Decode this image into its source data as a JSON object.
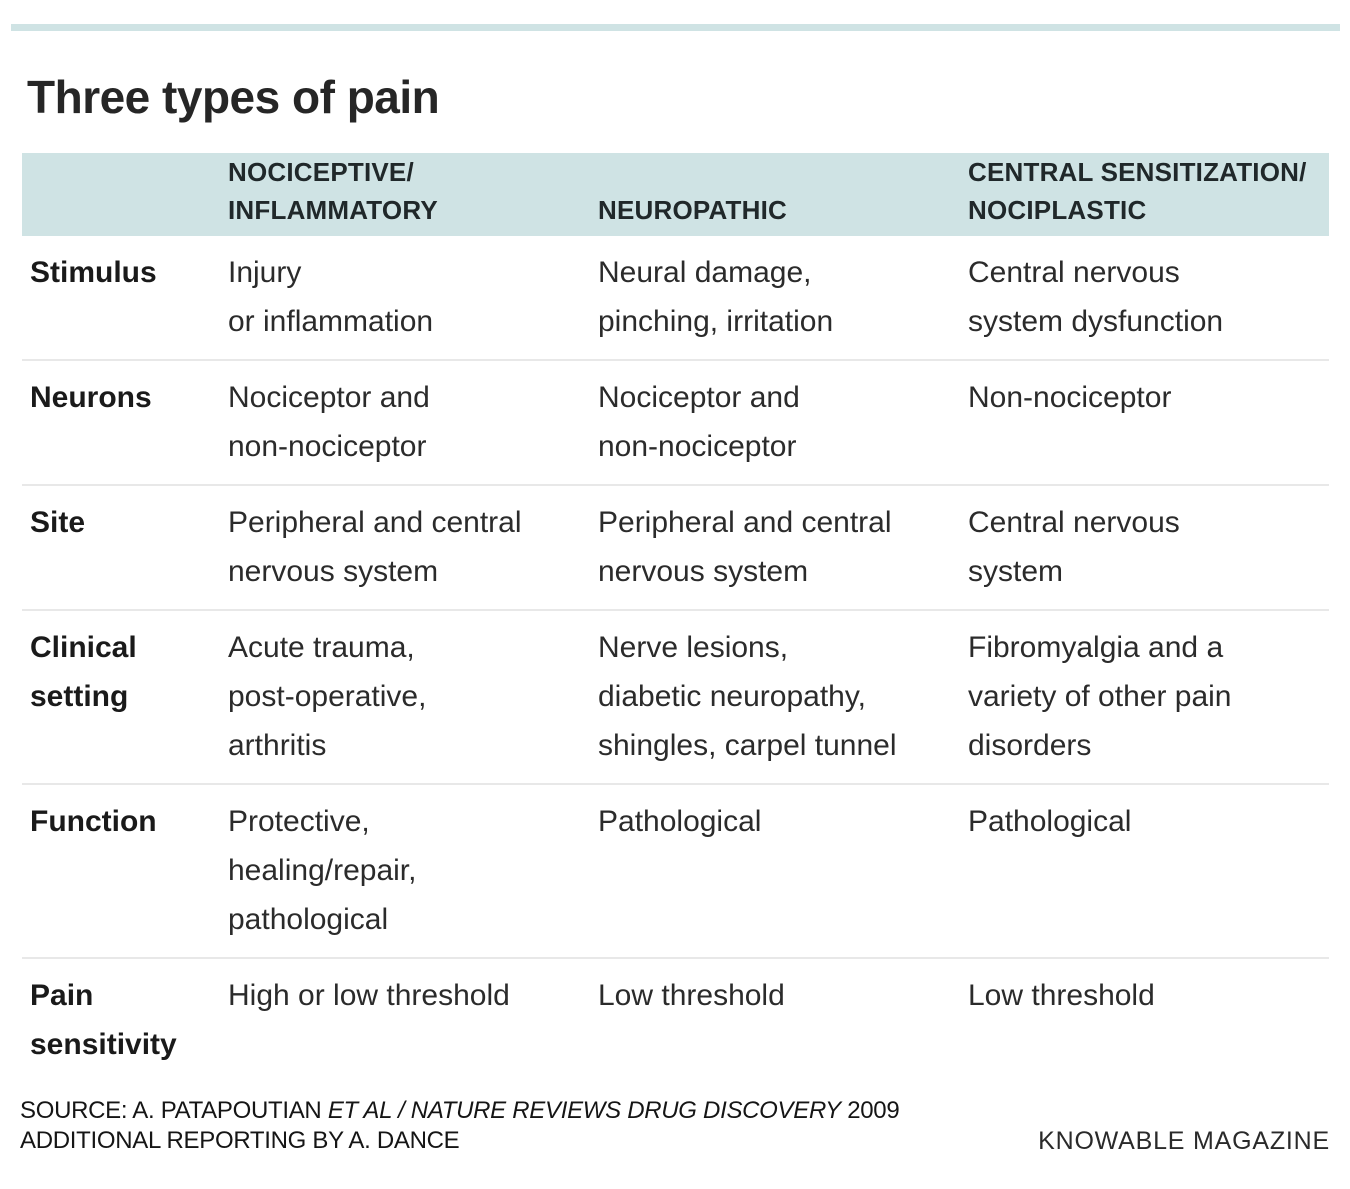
{
  "chart_data": {
    "type": "table",
    "title": "Three types of pain",
    "columns": [
      "",
      "NOCICEPTIVE/INFLAMMATORY",
      "NEUROPATHIC",
      "CENTRAL SENSITIZATION/NOCIPLASTIC"
    ],
    "rows": [
      {
        "label": "Stimulus",
        "values": [
          "Injury or inflammation",
          "Neural damage, pinching, irritation",
          "Central nervous system dysfunction"
        ]
      },
      {
        "label": "Neurons",
        "values": [
          "Nociceptor and non-nociceptor",
          "Nociceptor and non-nociceptor",
          "Non-nociceptor"
        ]
      },
      {
        "label": "Site",
        "values": [
          "Peripheral and central nervous system",
          "Peripheral and central nervous system",
          "Central nervous system"
        ]
      },
      {
        "label": "Clinical setting",
        "values": [
          "Acute trauma, post-operative, arthritis",
          "Nerve lesions, diabetic neuropathy, shingles, carpel tunnel",
          "Fibromyalgia and a variety of other pain disorders"
        ]
      },
      {
        "label": "Function",
        "values": [
          "Protective, healing/repair, pathological",
          "Pathological",
          "Pathological"
        ]
      },
      {
        "label": "Pain sensitivity",
        "values": [
          "High or low threshold",
          "Low threshold",
          "Low threshold"
        ]
      }
    ],
    "source": "SOURCE: A. PATAPOUTIAN ET AL / NATURE REVIEWS DRUG DISCOVERY 2009",
    "additional": "ADDITIONAL REPORTING BY A. DANCE",
    "credit": "KNOWABLE MAGAZINE"
  },
  "table": {
    "headers": [
      {
        "lines": [
          "NOCICEPTIVE/",
          "INFLAMMATORY"
        ]
      },
      {
        "lines": [
          "NEUROPATHIC"
        ]
      },
      {
        "lines": [
          "CENTRAL SENSITIZATION/",
          "NOCIPLASTIC"
        ]
      }
    ],
    "rows": [
      {
        "label_lines": [
          "Stimulus"
        ],
        "nociceptive_lines": [
          "Injury",
          "or inflammation"
        ],
        "neuropathic_lines": [
          "Neural damage,",
          "pinching, irritation"
        ],
        "nociplastic_lines": [
          "Central nervous",
          "system dysfunction"
        ]
      },
      {
        "label_lines": [
          "Neurons"
        ],
        "nociceptive_lines": [
          "Nociceptor and",
          "non-nociceptor"
        ],
        "neuropathic_lines": [
          "Nociceptor and",
          "non-nociceptor"
        ],
        "nociplastic_lines": [
          "Non-nociceptor"
        ]
      },
      {
        "label_lines": [
          "Site"
        ],
        "nociceptive_lines": [
          "Peripheral and central",
          "nervous system"
        ],
        "neuropathic_lines": [
          "Peripheral and central",
          "nervous system"
        ],
        "nociplastic_lines": [
          "Central nervous",
          "system"
        ]
      },
      {
        "label_lines": [
          "Clinical",
          "setting"
        ],
        "nociceptive_lines": [
          "Acute trauma,",
          "post-operative,",
          "arthritis"
        ],
        "neuropathic_lines": [
          "Nerve lesions,",
          "diabetic neuropathy,",
          "shingles, carpel tunnel"
        ],
        "nociplastic_lines": [
          "Fibromyalgia and a",
          "variety of other pain",
          "disorders"
        ]
      },
      {
        "label_lines": [
          "Function"
        ],
        "nociceptive_lines": [
          "Protective,",
          "healing/repair,",
          "pathological"
        ],
        "neuropathic_lines": [
          "Pathological"
        ],
        "nociplastic_lines": [
          "Pathological"
        ]
      },
      {
        "label_lines": [
          "Pain",
          "sensitivity"
        ],
        "nociceptive_lines": [
          "High or low threshold"
        ],
        "neuropathic_lines": [
          "Low threshold"
        ],
        "nociplastic_lines": [
          "Low threshold"
        ]
      }
    ]
  },
  "footer": {
    "source_prefix": "SOURCE: A. PATAPOUTIAN ",
    "source_italic": "ET AL / NATURE REVIEWS DRUG DISCOVERY",
    "source_suffix": " 2009",
    "additional_reporting": "ADDITIONAL REPORTING BY A. DANCE",
    "credit": "KNOWABLE MAGAZINE"
  },
  "colors": {
    "accent_teal": "#cfe3e4",
    "separator": "#e8e8e8",
    "text_dark": "#262626"
  }
}
